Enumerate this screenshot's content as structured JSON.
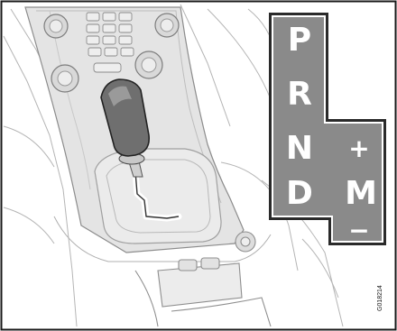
{
  "gear_pattern": {
    "park": "P",
    "reverse": "R",
    "neutral": "N",
    "drive": "D",
    "manual": "M",
    "shift_up": "+",
    "shift_down": "−"
  },
  "reference_code": "G018214",
  "colors": {
    "gate_fill": "#8a8a8a",
    "gate_border": "#2a2a2a",
    "knob_shade": "#6f6f6f",
    "line": "#a8a8a8",
    "console": "#e4e4e4"
  }
}
